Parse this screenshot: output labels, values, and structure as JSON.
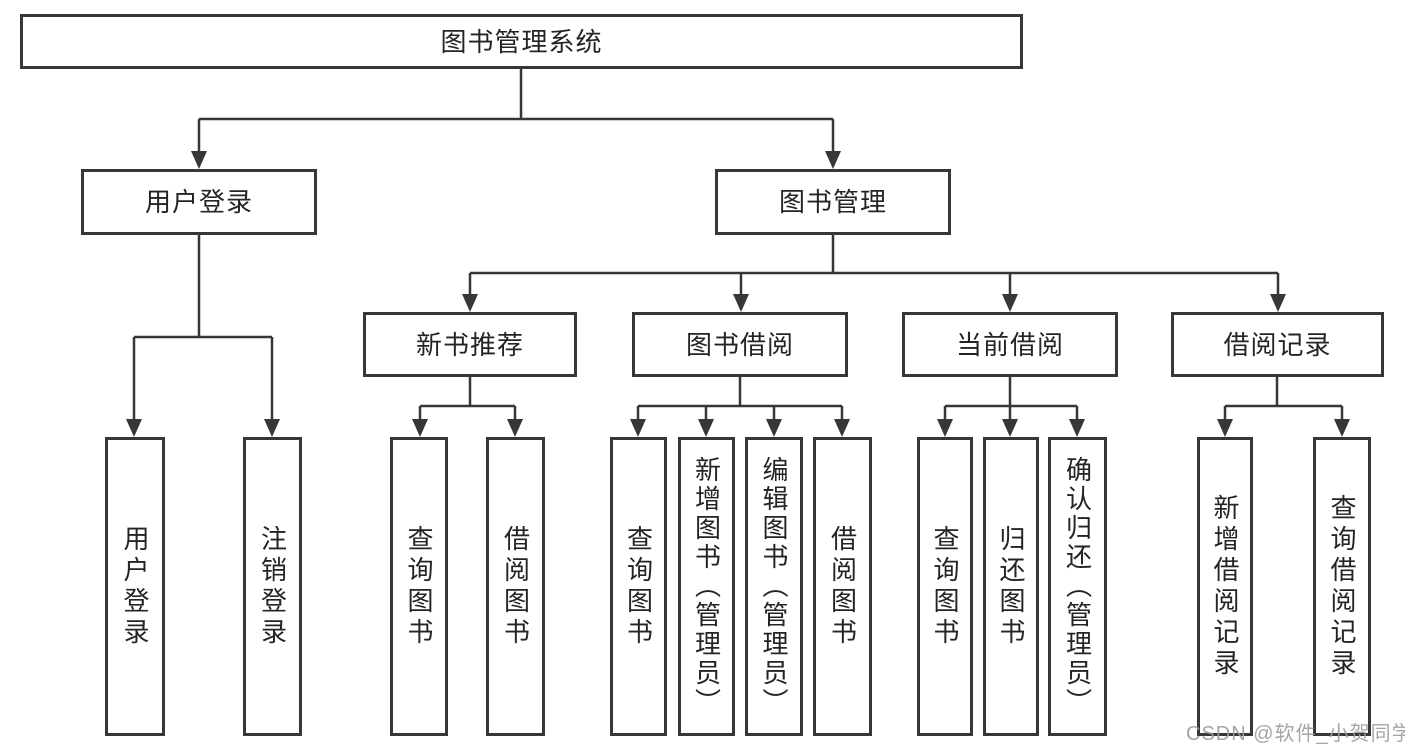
{
  "watermark": "CSDN @软件_小贺同学",
  "colors": {
    "line": "#373737",
    "box_border": "#373737",
    "text": "#242424",
    "watermark": "#9c9c9c",
    "background": "#ffffff"
  },
  "tree": {
    "label": "图书管理系统",
    "children": [
      {
        "label": "用户登录",
        "children": [
          {
            "label": "用户登录"
          },
          {
            "label": "注销登录"
          }
        ]
      },
      {
        "label": "图书管理",
        "children": [
          {
            "label": "新书推荐",
            "children": [
              {
                "label": "查询图书"
              },
              {
                "label": "借阅图书"
              }
            ]
          },
          {
            "label": "图书借阅",
            "children": [
              {
                "label": "查询图书"
              },
              {
                "label": "新增图书（管理员）"
              },
              {
                "label": "编辑图书（管理员）"
              },
              {
                "label": "借阅图书"
              }
            ]
          },
          {
            "label": "当前借阅",
            "children": [
              {
                "label": "查询图书"
              },
              {
                "label": "归还图书"
              },
              {
                "label": "确认归还（管理员）"
              }
            ]
          },
          {
            "label": "借阅记录",
            "children": [
              {
                "label": "新增借阅记录"
              },
              {
                "label": "查询借阅记录"
              }
            ]
          }
        ]
      }
    ]
  }
}
